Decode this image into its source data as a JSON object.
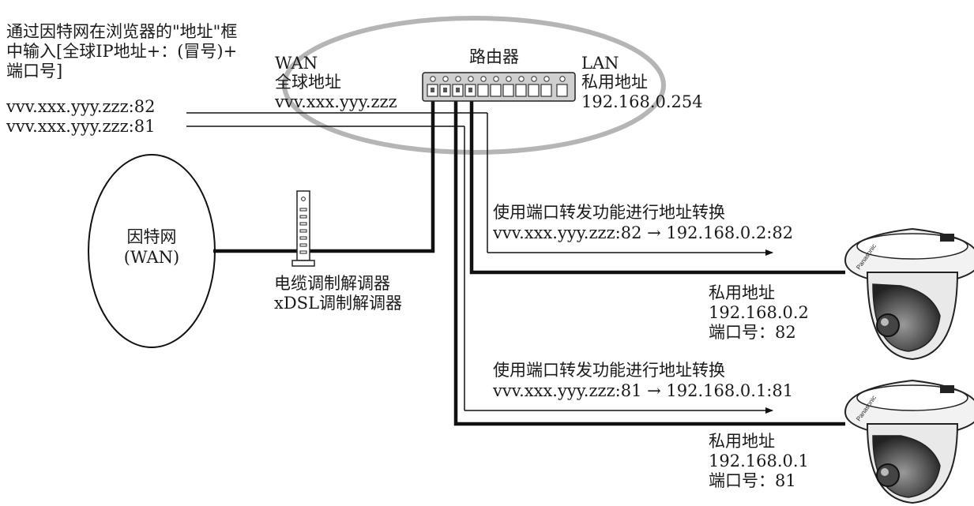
{
  "instruction": {
    "line1": "通过因特网在浏览器的\"地址\"框",
    "line2": "中输入[全球IP地址+：(冒号)+",
    "line3": "端口号]"
  },
  "addresses": {
    "port82": "vvv.xxx.yyy.zzz:82",
    "port81": "vvv.xxx.yyy.zzz:81"
  },
  "wan": {
    "title": "WAN",
    "label": "全球地址",
    "address": "vvv.xxx.yyy.zzz"
  },
  "router": {
    "title": "路由器"
  },
  "lan": {
    "title": "LAN",
    "label": "私用地址",
    "address": "192.168.0.254"
  },
  "internet": {
    "line1": "因特网",
    "line2": "(WAN)"
  },
  "modem": {
    "line1": "电缆调制解调器",
    "line2": "xDSL调制解调器"
  },
  "forward1": {
    "title": "使用端口转发功能进行地址转换",
    "mapping": "vvv.xxx.yyy.zzz:82 → 192.168.0.2:82"
  },
  "forward2": {
    "title": "使用端口转发功能进行地址转换",
    "mapping": "vvv.xxx.yyy.zzz:81 → 192.168.0.1:81"
  },
  "camera1": {
    "label": "私用地址",
    "address": "192.168.0.2",
    "port": "端口号：82",
    "brand": "Panasonic"
  },
  "camera2": {
    "label": "私用地址",
    "address": "192.168.0.1",
    "port": "端口号：81",
    "brand": "Panasonic"
  },
  "colors": {
    "ellipse": "#b5b5b5",
    "line": "#111111",
    "router_body": "#cfcfcf"
  }
}
